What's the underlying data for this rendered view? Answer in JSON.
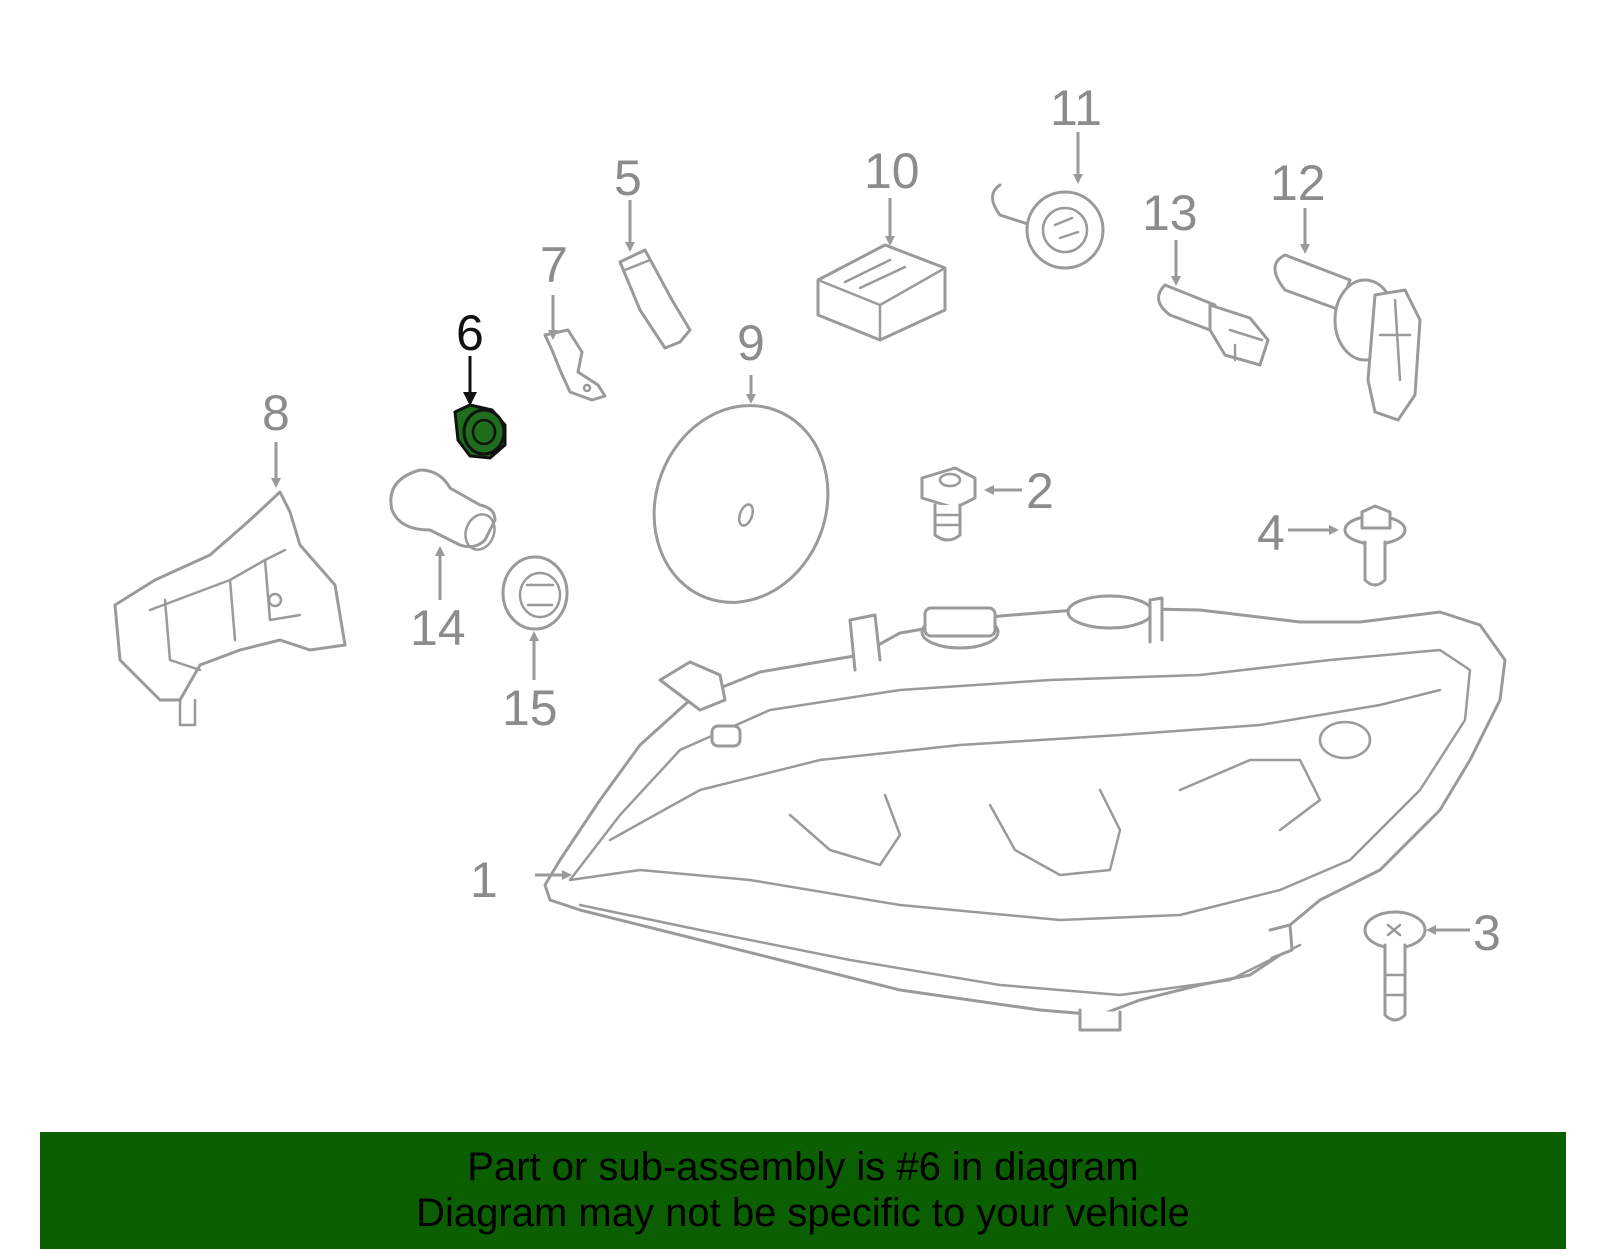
{
  "diagram": {
    "highlight_color": "#1e6e1e",
    "callouts": {
      "c1": "1",
      "c2": "2",
      "c3": "3",
      "c4": "4",
      "c5": "5",
      "c6": "6",
      "c7": "7",
      "c8": "8",
      "c9": "9",
      "c10": "10",
      "c11": "11",
      "c12": "12",
      "c13": "13",
      "c14": "14",
      "c15": "15"
    },
    "highlighted_part": "6"
  },
  "banner": {
    "background": "#0c5f00",
    "line1": "Part or sub-assembly is #6 in diagram",
    "line2": "Diagram may not be specific to your vehicle"
  }
}
